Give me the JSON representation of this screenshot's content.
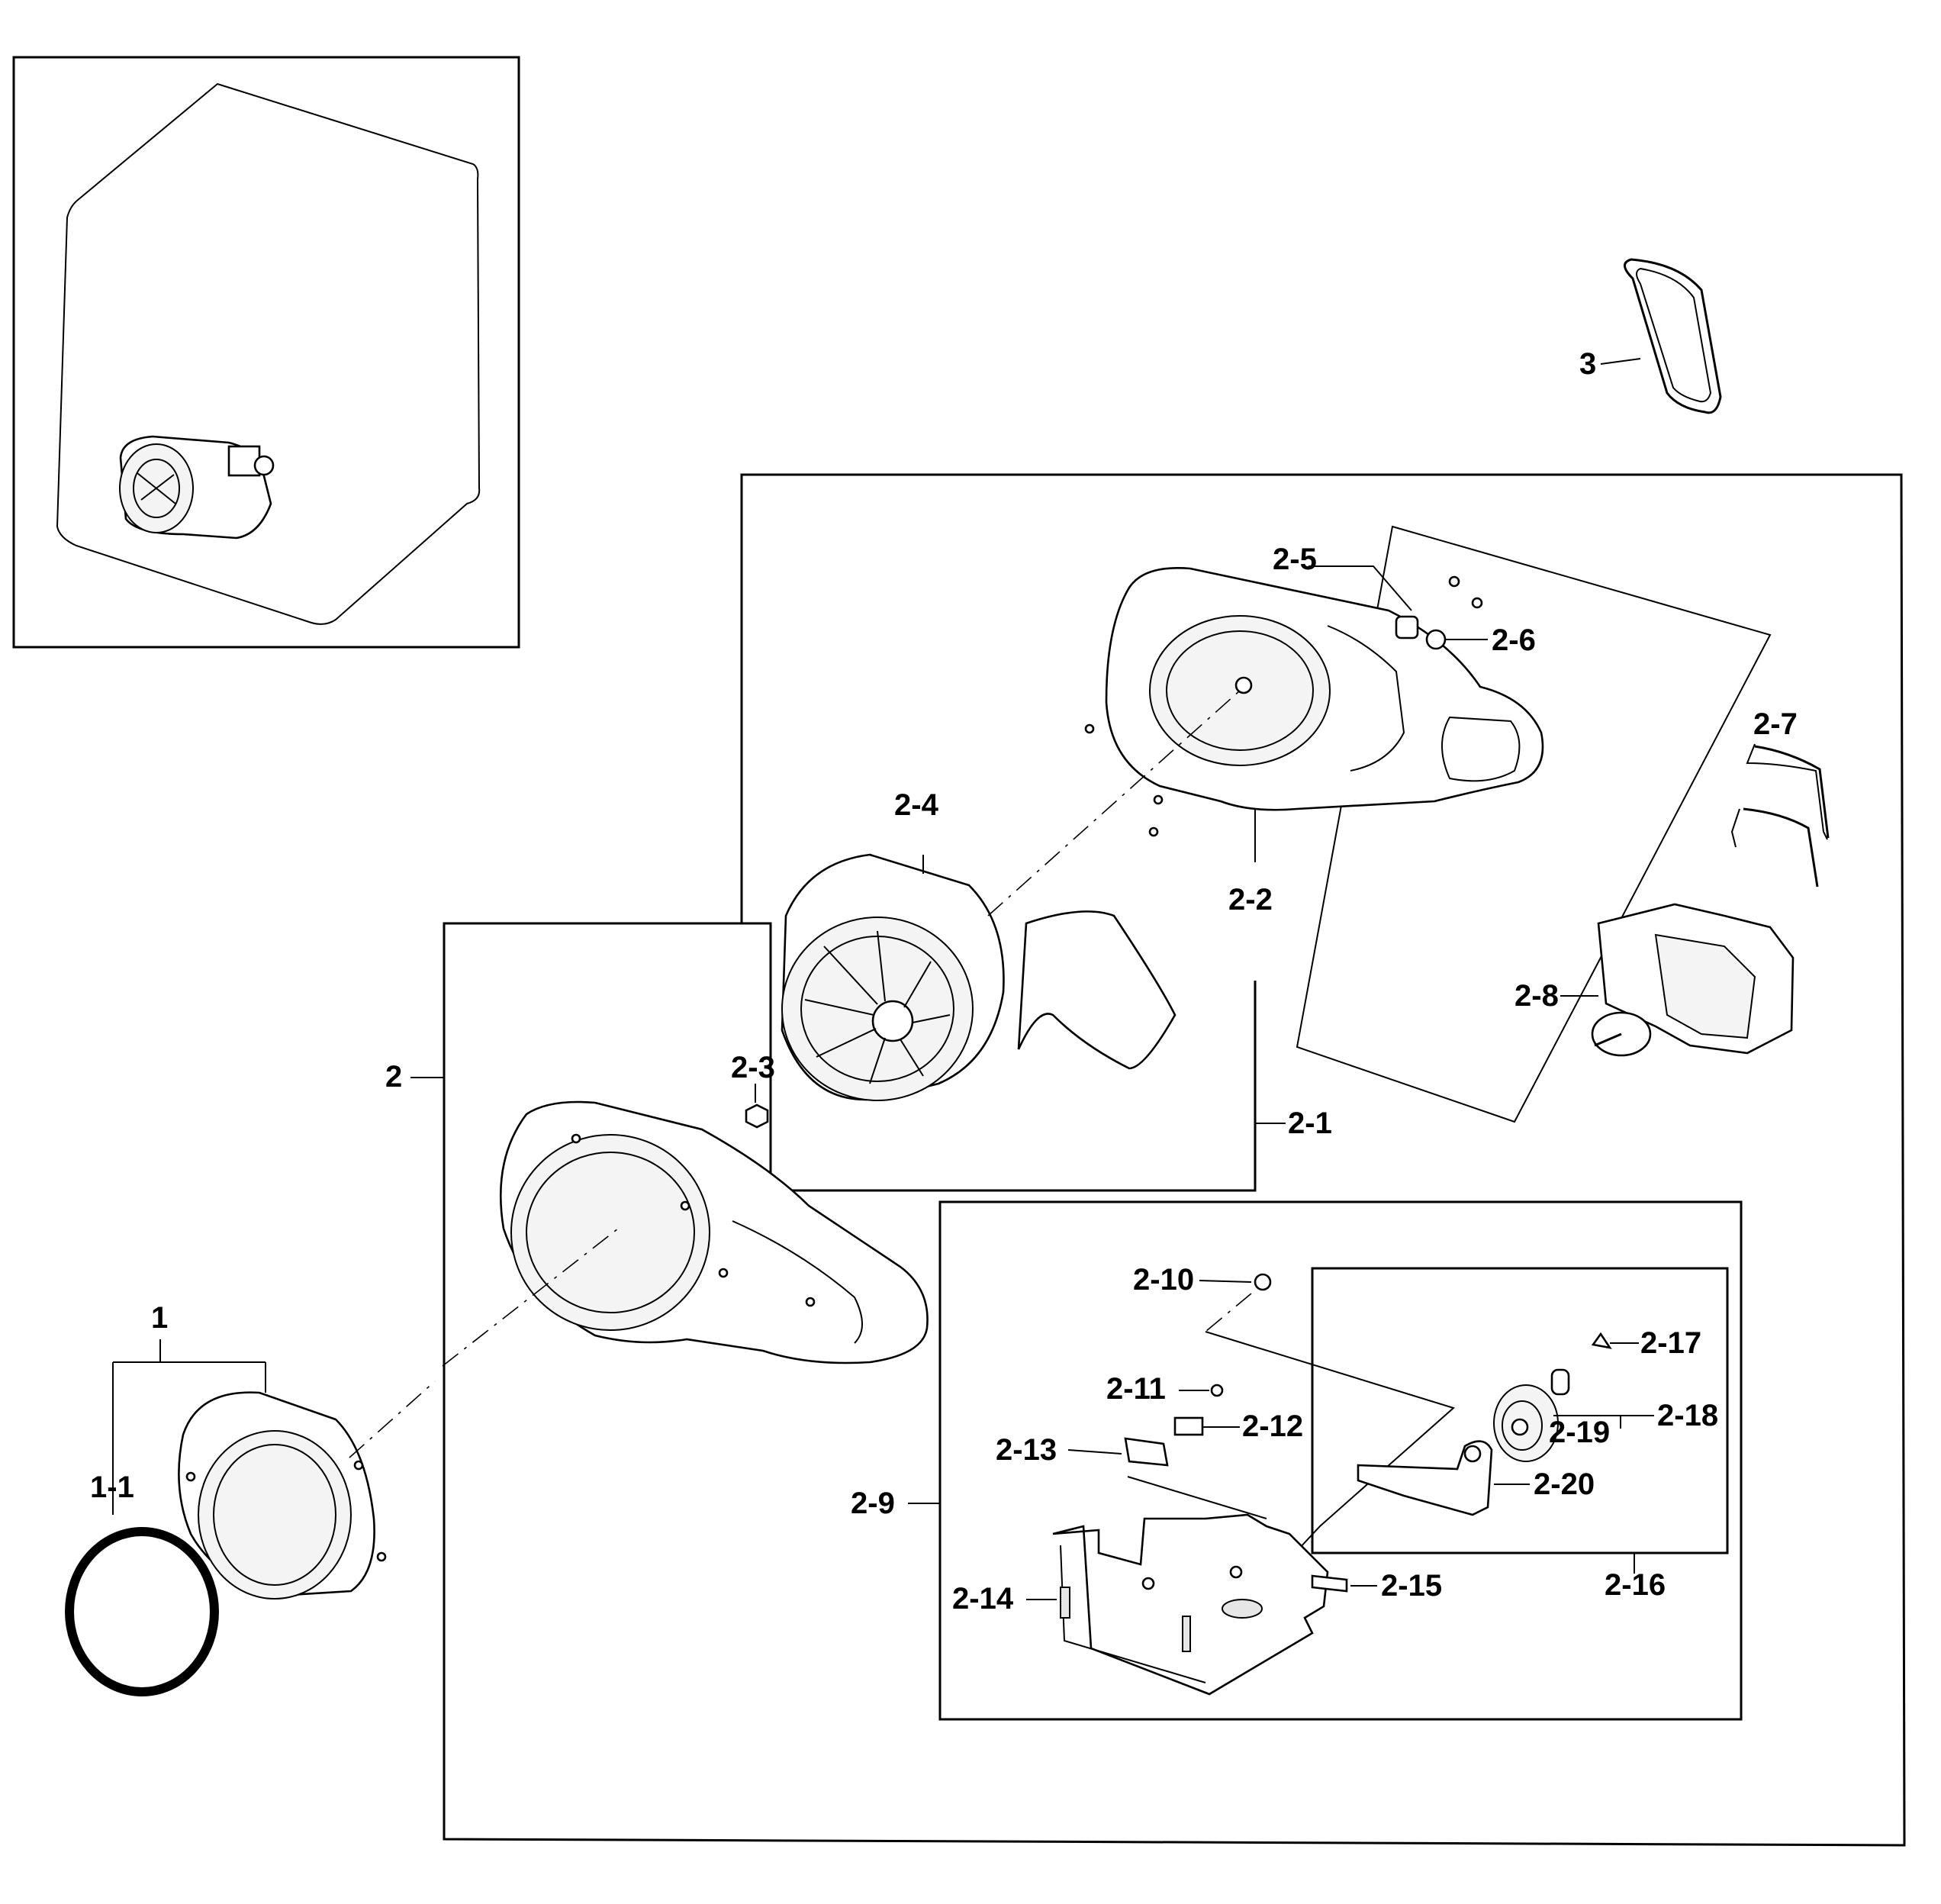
{
  "labels": {
    "p1": "1",
    "p1_1": "1-1",
    "p2": "2",
    "p2_1": "2-1",
    "p2_2": "2-2",
    "p2_3": "2-3",
    "p2_4": "2-4",
    "p2_5": "2-5",
    "p2_6": "2-6",
    "p2_7": "2-7",
    "p2_8": "2-8",
    "p2_9": "2-9",
    "p2_10": "2-10",
    "p2_11": "2-11",
    "p2_12": "2-12",
    "p2_13": "2-13",
    "p2_14": "2-14",
    "p2_15": "2-15",
    "p2_16": "2-16",
    "p2_17": "2-17",
    "p2_18": "2-18",
    "p2_19": "2-19",
    "p2_20": "2-20",
    "p3": "3"
  }
}
